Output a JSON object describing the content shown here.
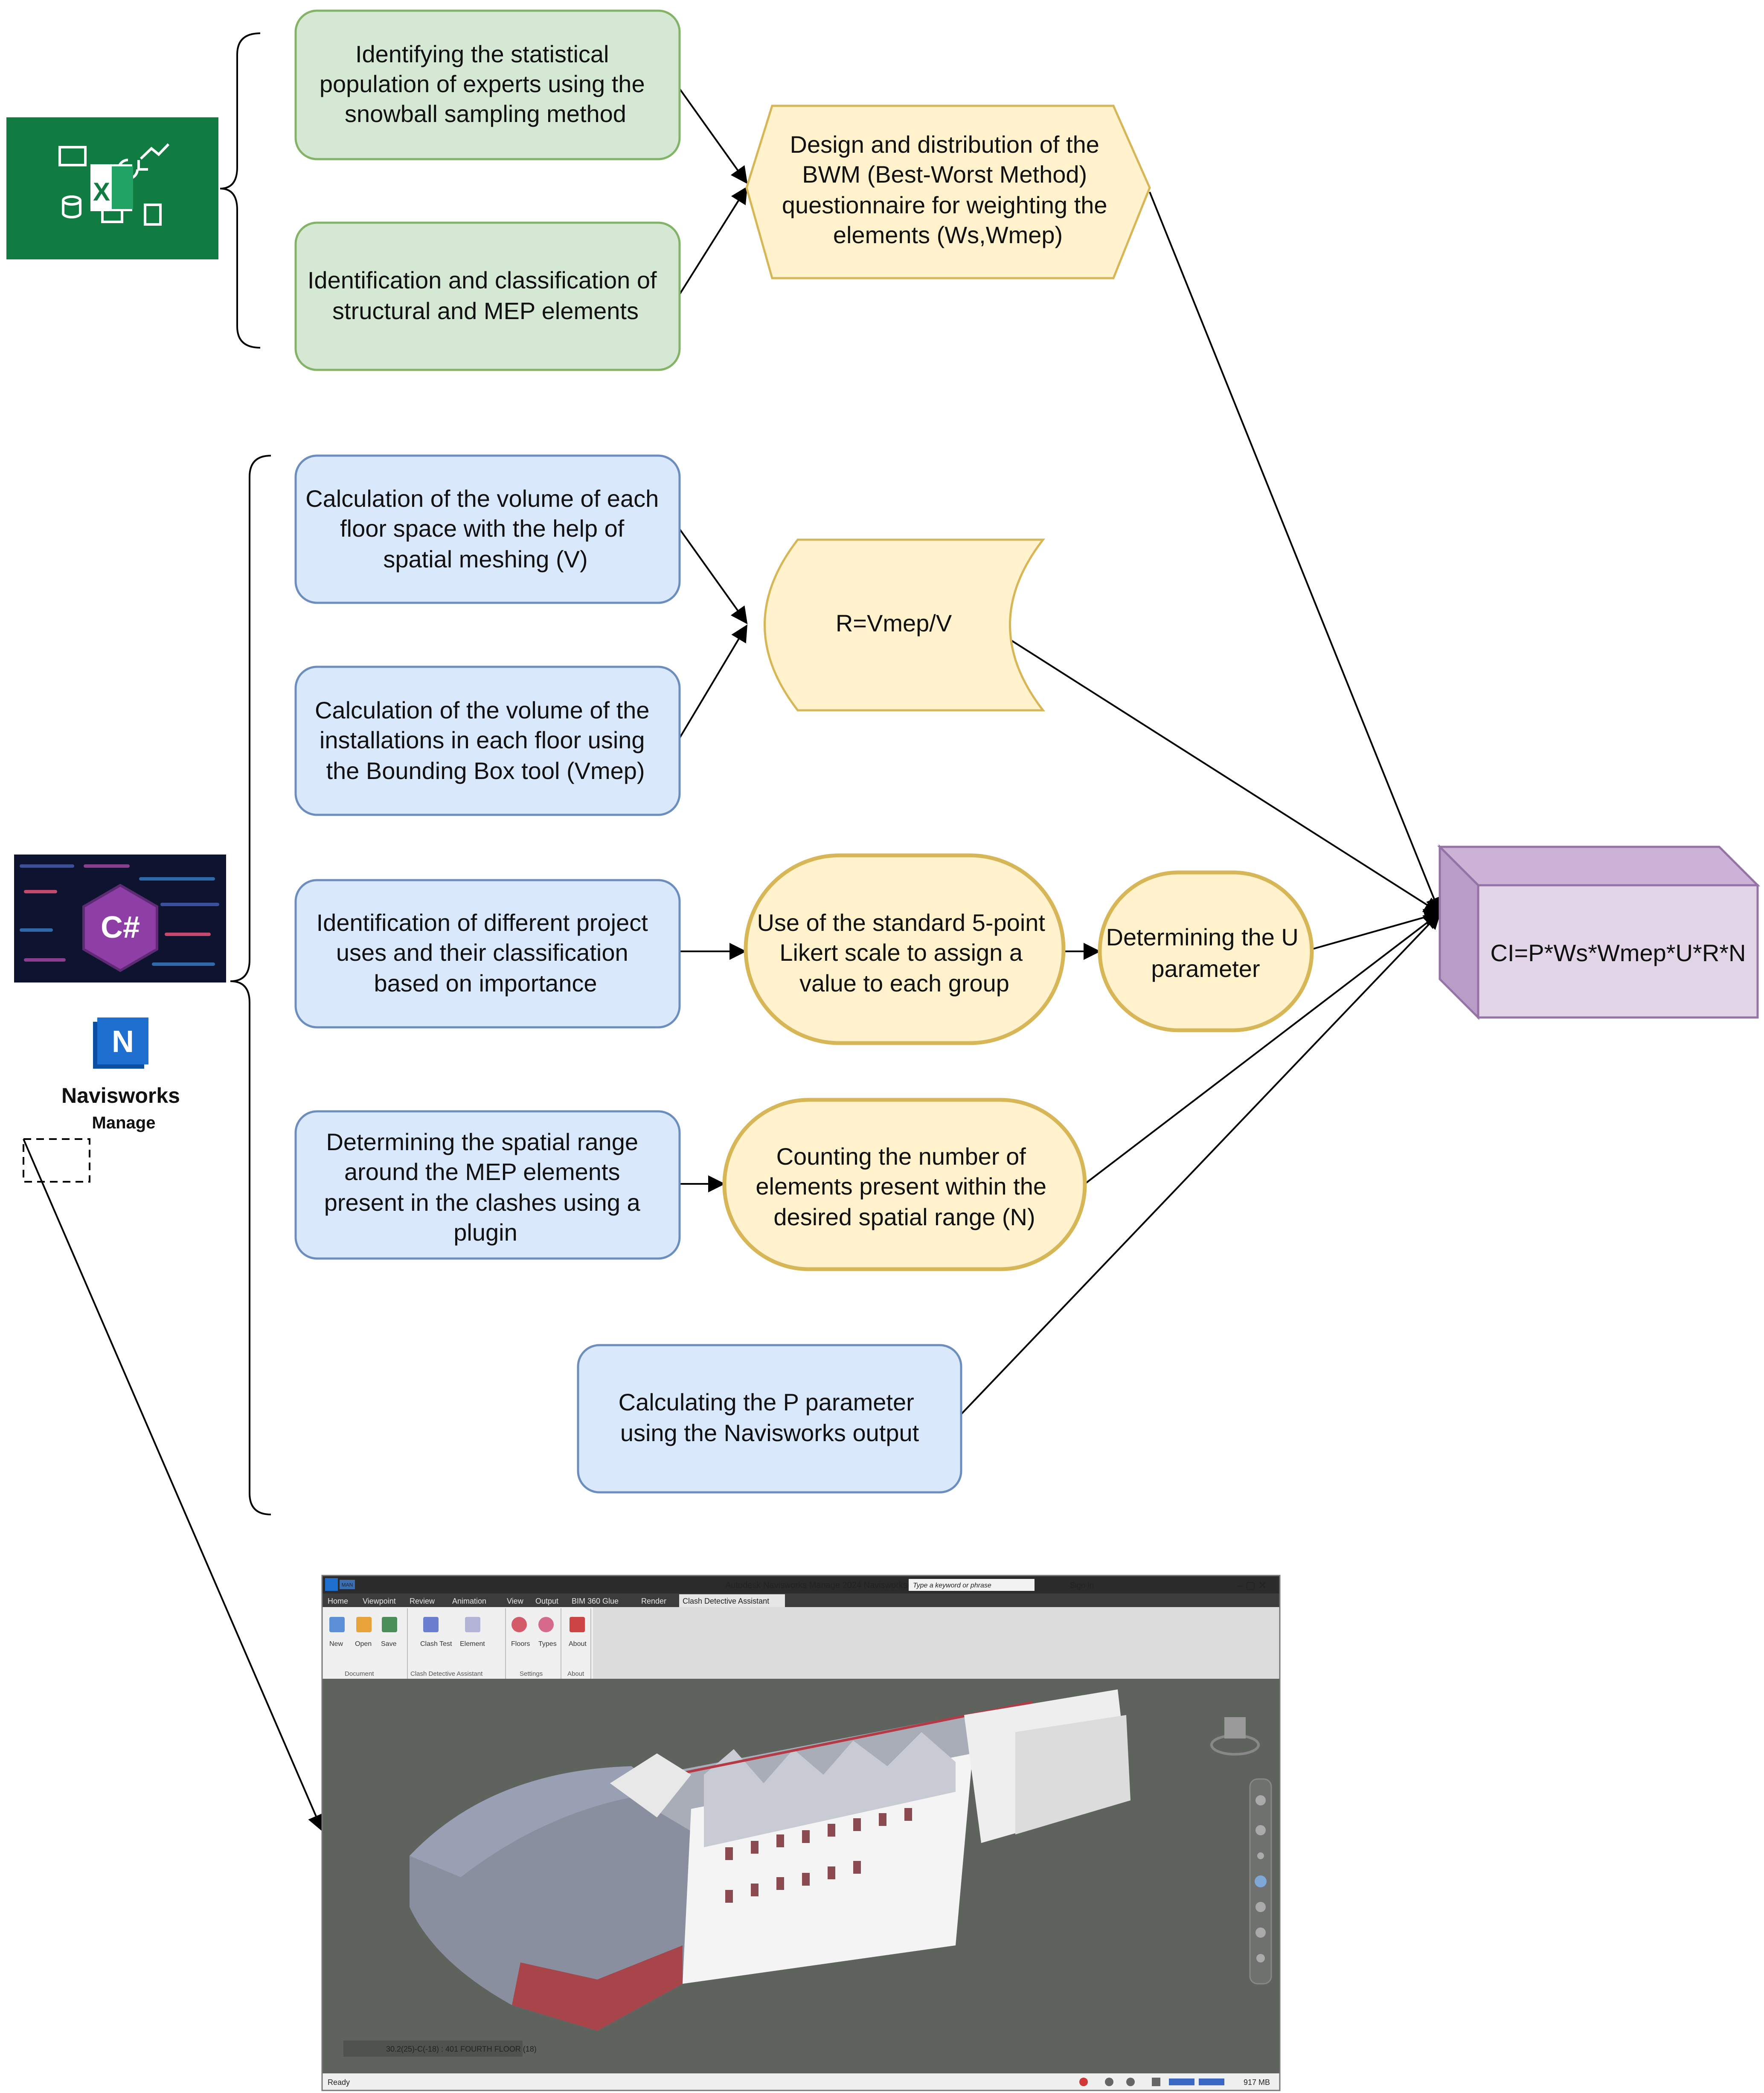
{
  "nodes": {
    "snowball": [
      "Identifying the statistical",
      "population of experts using the",
      "snowball sampling method"
    ],
    "classification": [
      "Identification and classification of",
      "structural and MEP elements"
    ],
    "bwm": [
      "Design and distribution of the",
      "BWM (Best-Worst Method)",
      "questionnaire for weighting the",
      "elements (Ws,Wmep)"
    ],
    "volume_floor": [
      "Calculation of the volume of each",
      "floor space with the help of",
      "spatial meshing  (V)"
    ],
    "volume_install": [
      "Calculation of the volume of the",
      "installations in each floor using",
      "the Bounding Box tool  (Vmep)"
    ],
    "ratio": [
      "R=Vmep/V"
    ],
    "uses": [
      "Identification of different project",
      "uses and their classification",
      "based on importance"
    ],
    "likert": [
      "Use of the standard 5-point",
      "Likert scale to assign a",
      "value to each group"
    ],
    "u_param": [
      "Determining the U",
      "parameter"
    ],
    "spatial_range": [
      "Determining the spatial range",
      "around the MEP elements",
      "present in the clashes using a",
      "plugin"
    ],
    "counting": [
      "Counting the number of",
      "elements present within the",
      "desired spatial range (N)"
    ],
    "p_param": [
      "Calculating the P parameter",
      "using the Navisworks output"
    ],
    "ci": [
      "CI=P*Ws*Wmep*U*R*N"
    ]
  },
  "logos": {
    "excel_letter": "X",
    "csharp_text": "C#",
    "navisworks_letter": "N",
    "navisworks_name": "Navisworks",
    "navisworks_sub": "Manage"
  },
  "screenshot": {
    "title": "Autodesk Navisworks Manage 2024    Navisworks-spatial.nwf",
    "search_placeholder": "Type a keyword or phrase",
    "sign_in": "Sign In",
    "app_badge": "MAN",
    "tabs": [
      "Home",
      "Viewpoint",
      "Review",
      "Animation",
      "View",
      "Output",
      "BIM 360 Glue",
      "Render",
      "Clash Detective Assistant"
    ],
    "ribbon_buttons": [
      "New",
      "Open",
      "Save",
      "Clash Test",
      "Element",
      "Floors",
      "Types",
      "About"
    ],
    "ribbon_groups": [
      "Document",
      "Clash Detective Assistant",
      "Settings",
      "About"
    ],
    "coord_readout": "30.2(25)-C(-18) : 401 FOURTH FLOOR (18)",
    "status_left": "Ready",
    "status_right": "917 MB"
  },
  "colors": {
    "green_fill": "#d5e8d4",
    "green_stroke": "#82b366",
    "blue_fill": "#dae8fc",
    "blue_stroke": "#6c8ebf",
    "yellow_fill": "#fff2cc",
    "yellow_stroke": "#d6b656",
    "purple_fill": "#e1d5e7",
    "purple_stroke": "#9673a6",
    "excel_green": "#107c41",
    "csharp_purple": "#8e3fa6",
    "navis_blue": "#1f6fd1"
  }
}
